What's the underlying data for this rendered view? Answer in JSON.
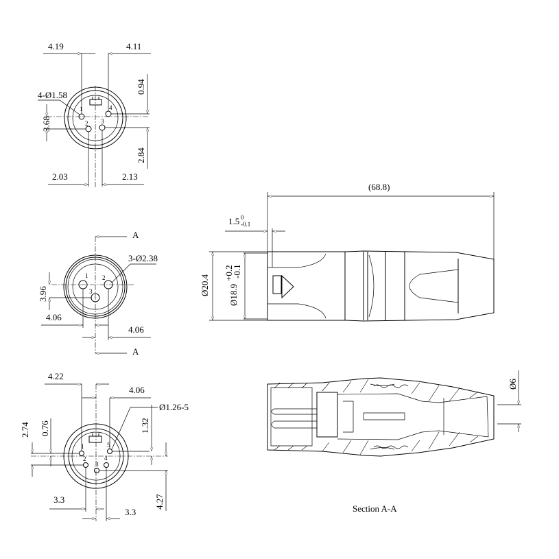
{
  "view_4pin": {
    "dim_left_top": "4.19",
    "dim_right_top": "4.11",
    "hole_callout": "4-Ø1.58",
    "dim_vertical_left": "3.68",
    "dim_vertical_right_top": "0.94",
    "dim_vertical_right_bottom": "2.84",
    "dim_left_bottom": "2.03",
    "dim_right_bottom": "2.13",
    "pins": [
      "1",
      "2",
      "3",
      "4"
    ]
  },
  "view_3pin": {
    "section_mark": "A",
    "hole_callout": "3-Ø2.38",
    "dim_vertical_left": "3.96",
    "dim_left": "4.06",
    "dim_right": "4.06",
    "pins": [
      "1",
      "2",
      "3"
    ]
  },
  "view_5pin": {
    "dim_left_top": "4.22",
    "dim_right_top": "4.06",
    "hole_callout": "Ø1.26-5",
    "dim_vertical_left_outer": "2.74",
    "dim_vertical_left_inner": "0.76",
    "dim_vertical_right_top": "1.32",
    "dim_vertical_right_bottom": "4.27",
    "dim_left_bottom": "3.3",
    "dim_right_bottom": "3.3",
    "pins": [
      "1",
      "2",
      "3",
      "4",
      "5"
    ]
  },
  "side_view": {
    "overall_length": "(68.8)",
    "front_lip": "1.5",
    "front_lip_tol_upper": "0",
    "front_lip_tol_lower": "-0.1",
    "outer_diameter": "Ø20.4",
    "inner_diameter": "Ø18.9",
    "inner_tol_upper": "+0.2",
    "inner_tol_lower": "-0.1"
  },
  "section_view": {
    "cable_diameter": "Ø6",
    "caption": "Section A-A"
  }
}
